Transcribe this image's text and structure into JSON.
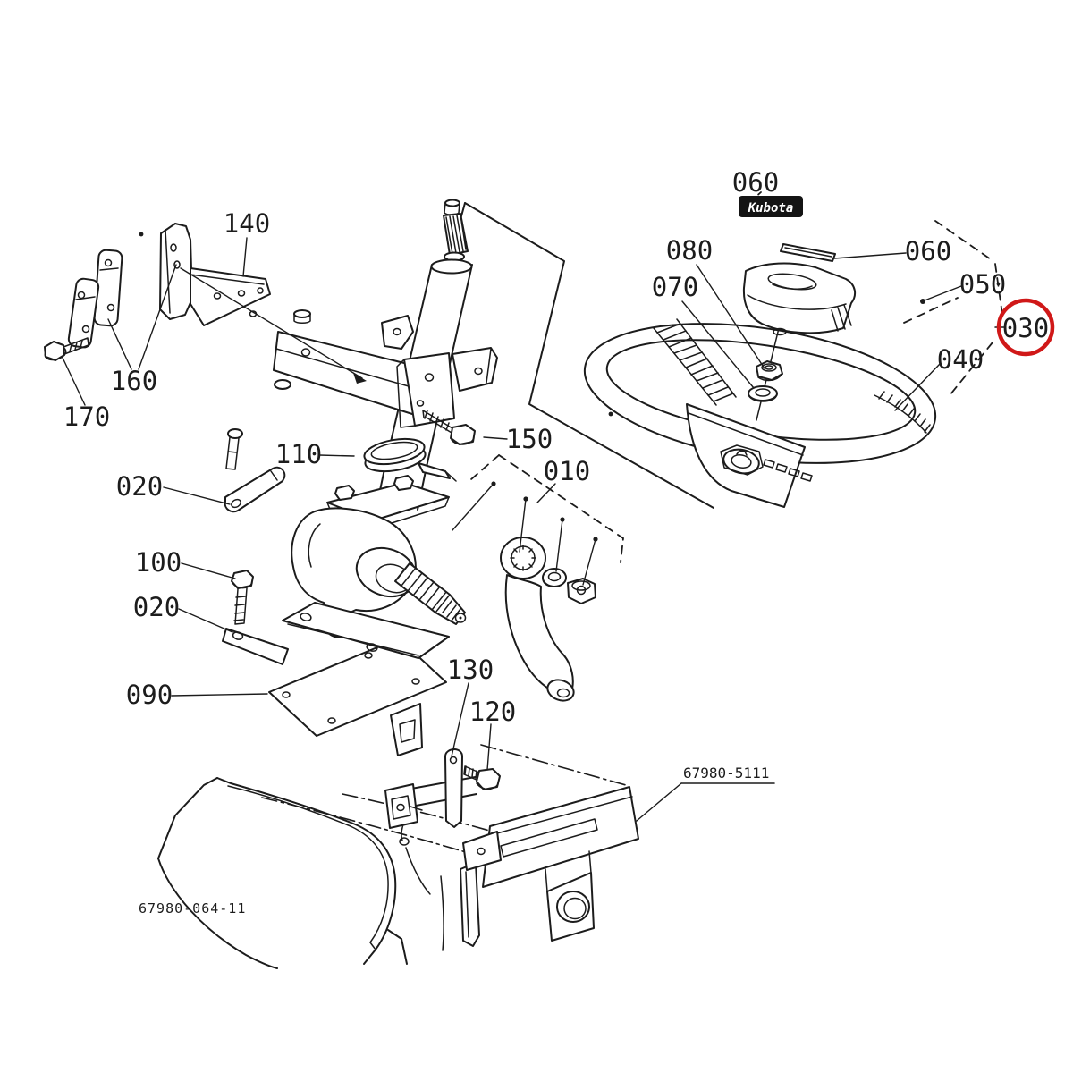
{
  "page": {
    "background": "#ffffff",
    "ink": "#1c1c1c"
  },
  "brand_plate": {
    "label": "Kubota",
    "bg": "#141414",
    "fg": "#ffffff"
  },
  "callouts": {
    "c010": "010",
    "c020": "020",
    "c030": "030",
    "c040": "040",
    "c050": "050",
    "c060": "060",
    "c070": "070",
    "c080": "080",
    "c090": "090",
    "c100": "100",
    "c110": "110",
    "c120": "120",
    "c130": "130",
    "c140": "140",
    "c150": "150",
    "c160": "160",
    "c170": "170"
  },
  "reference_codes": {
    "assembly": "67980-5111",
    "drawing": "67980-064-11"
  },
  "highlight": {
    "part": "030",
    "color": "#d01818"
  }
}
